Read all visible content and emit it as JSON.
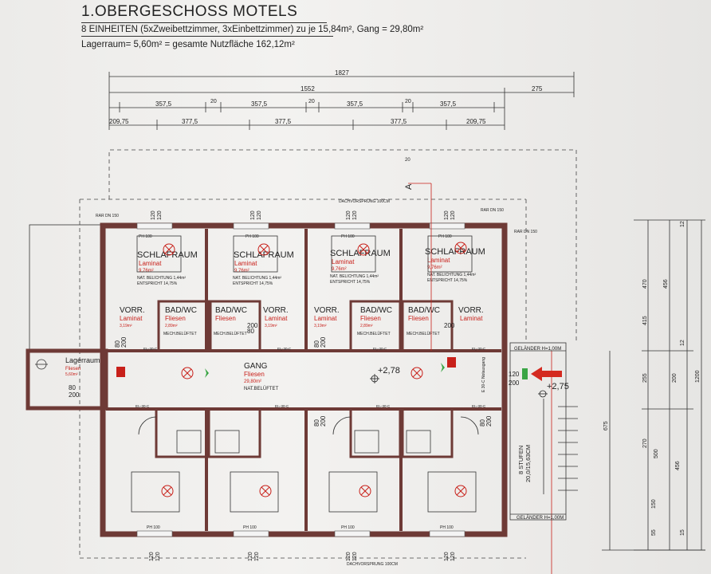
{
  "header": {
    "title": "1.OBERGESCHOSS  MOTELS",
    "line1": "8 EINHEITEN  (5xZweibettzimmer, 3xEinbettzimmer)   zu je 15,84m², Gang = 29,80m²",
    "line2": "Lagerraum= 5,60m² = gesamte Nutzfläche 162,12m²"
  },
  "dimensions": {
    "total": "1827",
    "inner": "1552",
    "right": "275",
    "wall_small": "20",
    "room_width": "357,5",
    "left_small": "209,75",
    "mid_width": "377,5",
    "marker_20": "20",
    "section": "A",
    "right_vertical": [
      "470",
      "456",
      "415",
      "12",
      "255",
      "200",
      "1200",
      "675",
      "270",
      "500",
      "456",
      "150",
      "55",
      "15",
      "12"
    ]
  },
  "rooms": {
    "bedroom": "SCHLAFRAUM",
    "floor_laminate": "Laminat",
    "bedroom_area": "9,76m²",
    "light_text": "NAT. BELICHTUNG 1,44m²",
    "entspricht": "ENTSPRICHT 14,75%",
    "vorr": "VORR.",
    "vorr_area": "3,19m²",
    "bad": "BAD/WC",
    "floor_tiles": "Fliesen",
    "bad_area": "2,89m²",
    "mech": "MECH.BELÜFTET",
    "gang": "GANG",
    "gang_floor": "Fliesen",
    "gang_area": "29,80m²",
    "gang_vent": "NAT.BELÜFTET",
    "storage": "Lagerraum",
    "storage_floor": "Fliesen",
    "storage_area": "5,60m²",
    "level_mid": "+2,78",
    "level_right": "+2,75",
    "stairs": "8 STUFEN",
    "stairs_dim": "20,0/15,63CM",
    "railing": "GELÄNDER H=1,00M",
    "eave": "DACHVORSPRUNG 100CM",
    "rar": "RAR DN 150",
    "ph": "PH 100",
    "door_a": "120",
    "door_b": "200",
    "door_c": "80",
    "fire_door": "EI₂-30-C",
    "emergency": "E 30-C Notausgang"
  },
  "colors": {
    "wall": "#6e3a36",
    "accent": "#c8201a",
    "arrow": "#d42a20"
  }
}
